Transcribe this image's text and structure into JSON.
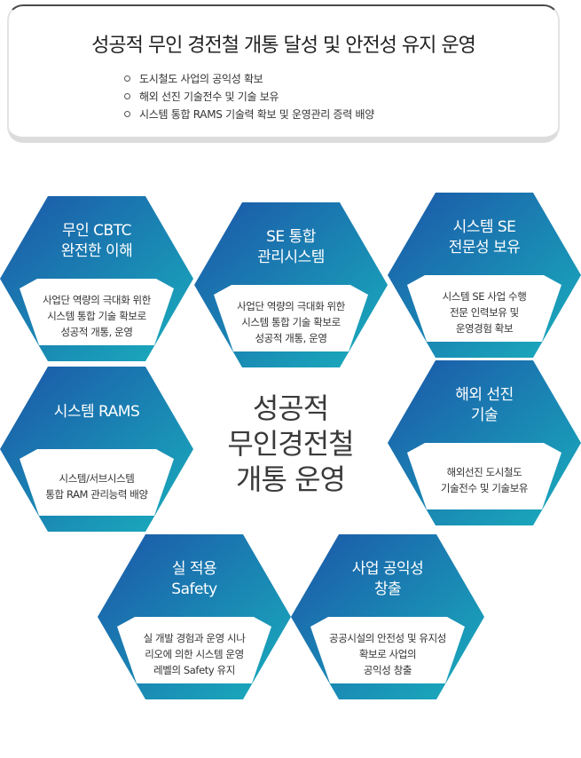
{
  "summary": {
    "title": "성공적 무인 경전철 개통 달성 및 안전성 유지 운영",
    "items": [
      "도시철도 사업의 공익성 확보",
      "해외 선진 기술전수 및 기술 보유",
      "시스템 통합 RAMS 기술력 확보 및 운영관리 증력 배양"
    ]
  },
  "center": {
    "text": "성공적\n무인경전철\n개통 운영"
  },
  "hexagons": [
    {
      "title": "무인 CBTC\n완전한 이해",
      "desc": "사업단 역량의 극대화 위한\n시스템 통합 기술 확보로\n성공적 개통, 운영"
    },
    {
      "title": "SE 통합\n관리시스템",
      "desc": "사업단 역량의 극대화 위한\n시스템 통합 기술 확보로\n성공적 개통, 운영"
    },
    {
      "title": "시스템 SE\n전문성 보유",
      "desc": "시스템 SE 사업 수행\n전문 인력보유 및\n운영경험 확보"
    },
    {
      "title": "시스템 RAMS",
      "desc": "시스템/서브시스템\n통합 RAM 관리능력 배양"
    },
    {
      "title": "해외 선진\n기술",
      "desc": "해외선진 도시철도\n기술전수 및 기술보유"
    },
    {
      "title": "실 적용\nSafety",
      "desc": "실 개발 경험과 운영 시나\n리오에 의한 시스템 운영\n레벨의 Safety 유지"
    },
    {
      "title": "사업 공익성\n창출",
      "desc": "공공시설의 안전성 및 유지성\n확보로 사업의\n공익성 창출"
    }
  ],
  "colors": {
    "hex_gradient_start": "#1b56a8",
    "hex_gradient_end": "#1ab0bd",
    "panel": "#ffffff"
  }
}
